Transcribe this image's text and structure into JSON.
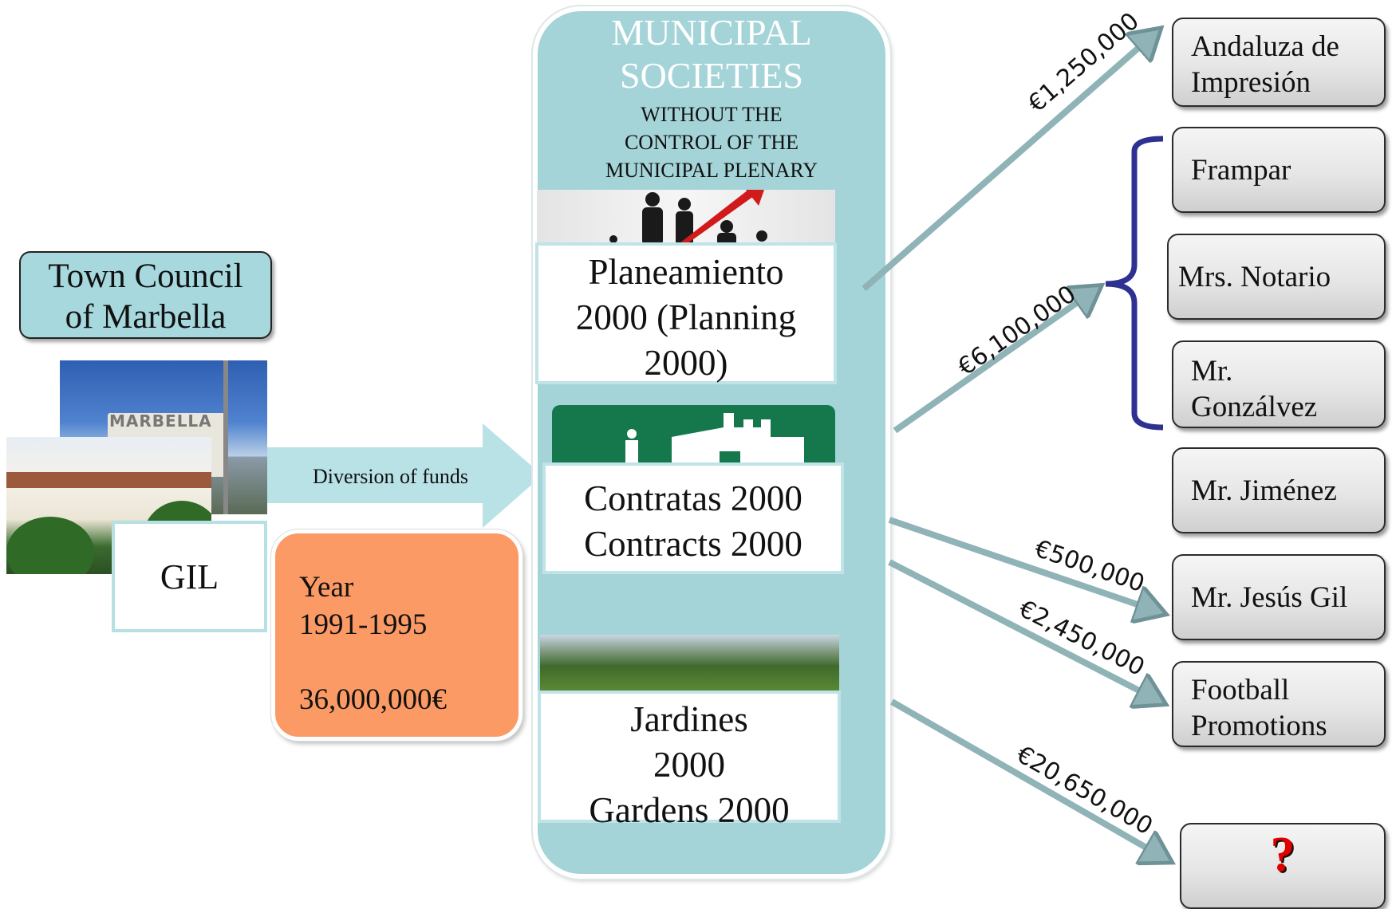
{
  "town_council": {
    "label_line1": "Town Council",
    "label_line2": "of Marbella"
  },
  "photo_sign_text": "MARBELLA",
  "gil_label": "GIL",
  "year_box": {
    "line1": "Year",
    "line2": "1991-1995",
    "line3": "36,000,000€"
  },
  "diversion_label": "Diversion of funds",
  "column": {
    "title_line1": "MUNICIPAL",
    "title_line2": "SOCIETIES",
    "sub_line1": "WITHOUT THE",
    "sub_line2": "CONTROL OF THE",
    "sub_line3": "MUNICIPAL PLENARY"
  },
  "societies": {
    "planning": {
      "line1": "Planeamiento",
      "line2": "2000 (Planning",
      "line3": "2000)"
    },
    "contracts": {
      "line1": "Contratas 2000",
      "line2": "Contracts 2000"
    },
    "gardens": {
      "line1": "Jardines",
      "line2": "2000",
      "line3": "Gardens 2000"
    }
  },
  "amounts": {
    "a1": "€1,250,000",
    "a2": "€6,100,000",
    "a3": "€500,000",
    "a4": "€2,450,000",
    "a5": "€20,650,000"
  },
  "recipients": [
    {
      "line1": "Andaluza de",
      "line2": "Impresión"
    },
    {
      "line1": "Frampar",
      "line2": ""
    },
    {
      "line1": "Mrs. Notario",
      "line2": ""
    },
    {
      "line1": "Mr.",
      "line2": "Gonzálvez"
    },
    {
      "line1": "Mr. Jiménez",
      "line2": ""
    },
    {
      "line1": "Mr. Jesús Gil",
      "line2": ""
    },
    {
      "line1": "Football",
      "line2": "Promotions"
    },
    {
      "line1": "?",
      "line2": ""
    }
  ],
  "colors": {
    "teal": "#a4d4d8",
    "orange": "#fb9a64",
    "bracket": "#2e3192",
    "link_arrow": "#8fb3b6",
    "question_mark": "#e00000"
  }
}
